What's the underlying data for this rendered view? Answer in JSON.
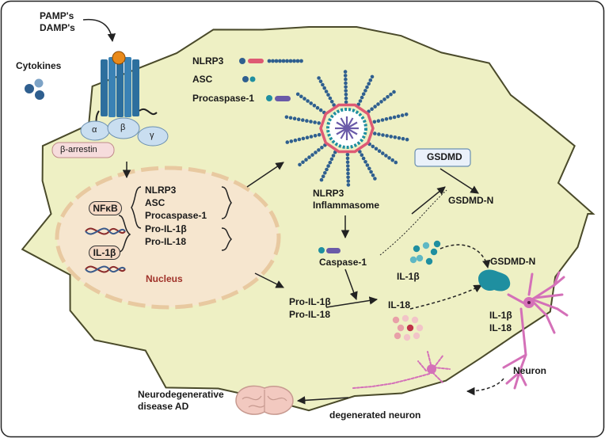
{
  "inputs": {
    "pamp": "PAMP's",
    "damp": "DAMP's",
    "cytokines": "Cytokines"
  },
  "receptor": {
    "alpha": "α",
    "beta": "β",
    "gamma": "γ",
    "arrestin": "β-arrestin"
  },
  "nucleus": {
    "label": "Nucleus",
    "nfkb": "NFκB",
    "il1b_gene": "IL-1β",
    "genes": [
      "NLRP3",
      "ASC",
      "Procaspase-1",
      "Pro-IL-1β",
      "Pro-IL-18"
    ]
  },
  "legend": {
    "nlrp3": "NLRP3",
    "asc": "ASC",
    "procaspase": "Procaspase-1"
  },
  "inflammasome": {
    "line1": "NLRP3",
    "line2": "Inflammasome"
  },
  "gsdmd": {
    "box": "GSDMD",
    "n_inner": "GSDMD-N",
    "n_outer": "GSDMD-N"
  },
  "caspase": "Caspase-1",
  "pro_cytokines": {
    "line1": "Pro-IL-1β",
    "line2": "Pro-IL-18"
  },
  "mature": {
    "il1b": "IL-1β",
    "il18": "IL-18"
  },
  "outside": {
    "il1b": "IL-1β",
    "il18": "IL-18",
    "neuron": "Neuron",
    "degenerated": "degenerated neuron",
    "disease1": "Neurodegenerative",
    "disease2": "disease AD"
  },
  "colors": {
    "cell_fill": "#eef0c4",
    "cell_stroke": "#4a4a2a",
    "nucleus_fill": "#f6e6cf",
    "nucleus_stroke": "#e8c9a0",
    "nucleus_text": "#a0322a",
    "receptor": "#2d6f9e",
    "ligand": "#e98a1b",
    "subunit": "#c9def0",
    "arrestin": "#f6dcdc",
    "nlrp3_pink": "#de5a74",
    "asc_blue": "#2f5f8f",
    "procasp_purple": "#6a5aa8",
    "gsdmd_teal": "#1f8fa0",
    "neuron_pink": "#d470b8",
    "il18_red": "#c0324a"
  }
}
